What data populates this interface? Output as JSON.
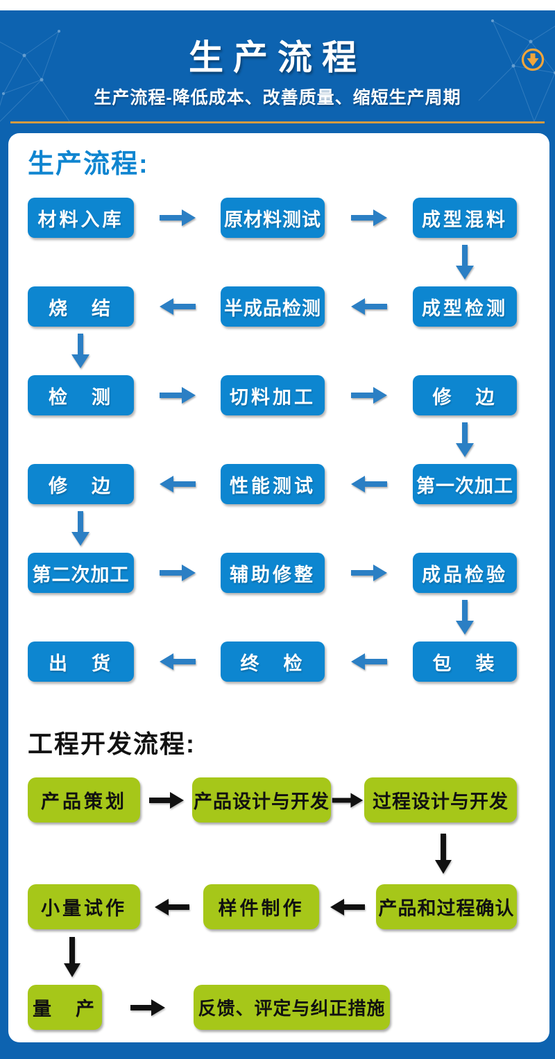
{
  "header": {
    "title": "生产流程",
    "subtitle": "生产流程-降低成本、改善质量、缩短生产周期",
    "scroll_icon": "circle-down-arrow-icon"
  },
  "colors": {
    "background_blue": "#0d63b0",
    "box_blue": "#0d86d0",
    "arrow_blue": "#2b7fc4",
    "box_green": "#a6c719",
    "gold_accent": "#d49b41",
    "heading_blue": "#0f85d0",
    "heading_black": "#121212"
  },
  "production_flow": {
    "heading": "生产流程:",
    "rows": [
      {
        "boxes": [
          "材料入库",
          "原材料测试",
          "成型混料"
        ],
        "direction": "right"
      },
      {
        "boxes": [
          "烧　结",
          "半成品检测",
          "成型检测"
        ],
        "direction": "left"
      },
      {
        "boxes": [
          "检　测",
          "切料加工",
          "修　边"
        ],
        "direction": "right"
      },
      {
        "boxes": [
          "修　边",
          "性能测试",
          "第一次加工"
        ],
        "direction": "left"
      },
      {
        "boxes": [
          "第二次加工",
          "辅助修整",
          "成品检验"
        ],
        "direction": "right"
      },
      {
        "boxes": [
          "出　货",
          "终　检",
          "包　装"
        ],
        "direction": "left"
      }
    ],
    "down_connectors": [
      {
        "after_row": 1,
        "column": 3
      },
      {
        "after_row": 2,
        "column": 1
      },
      {
        "after_row": 3,
        "column": 3
      },
      {
        "after_row": 4,
        "column": 1
      },
      {
        "after_row": 5,
        "column": 3
      }
    ]
  },
  "engineering_flow": {
    "heading": "工程开发流程:",
    "rows": [
      {
        "boxes": [
          "产品策划",
          "产品设计与开发",
          "过程设计与开发"
        ],
        "direction": "right"
      },
      {
        "boxes": [
          "小量试作",
          "样件制作",
          "产品和过程确认"
        ],
        "direction": "left"
      },
      {
        "boxes": [
          "量　产",
          "反馈、评定与纠正措施"
        ],
        "direction": "right"
      }
    ],
    "down_connectors": [
      {
        "after_row": 1,
        "column": 3
      },
      {
        "after_row": 2,
        "column": 1
      }
    ]
  }
}
